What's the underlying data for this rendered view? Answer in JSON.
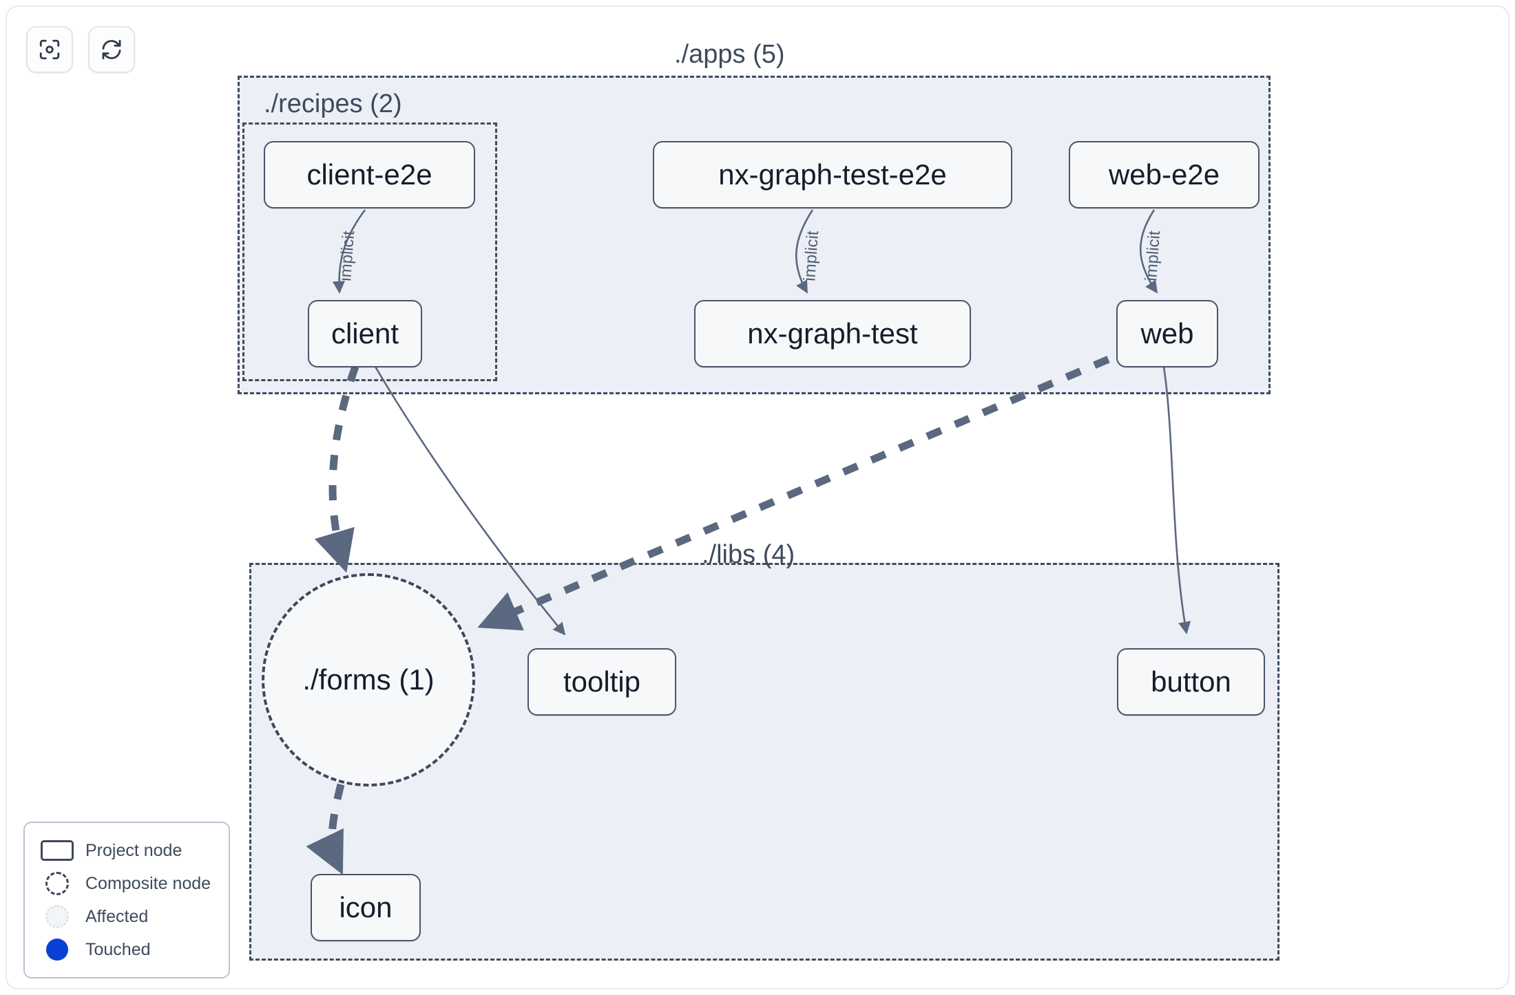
{
  "toolbar": {
    "buttons": [
      {
        "name": "focus-graph-button",
        "icon": "viewfinder-focus-icon",
        "label": ""
      },
      {
        "name": "refresh-graph-button",
        "icon": "refresh-icon",
        "label": ""
      }
    ]
  },
  "graph": {
    "groups": [
      {
        "id": "apps",
        "label": "./apps (5)",
        "count": 5
      },
      {
        "id": "recipes",
        "label": "./recipes (2)",
        "count": 2
      },
      {
        "id": "libs",
        "label": "./libs (4)",
        "count": 4
      }
    ],
    "nodes": [
      {
        "id": "client-e2e",
        "label": "client-e2e",
        "type": "project",
        "group": "recipes"
      },
      {
        "id": "client",
        "label": "client",
        "type": "project",
        "group": "recipes"
      },
      {
        "id": "nx-graph-test-e2e",
        "label": "nx-graph-test-e2e",
        "type": "project",
        "group": "apps"
      },
      {
        "id": "nx-graph-test",
        "label": "nx-graph-test",
        "type": "project",
        "group": "apps"
      },
      {
        "id": "web-e2e",
        "label": "web-e2e",
        "type": "project",
        "group": "apps"
      },
      {
        "id": "web",
        "label": "web",
        "type": "project",
        "group": "apps"
      },
      {
        "id": "forms",
        "label": "./forms (1)",
        "type": "composite",
        "group": "libs"
      },
      {
        "id": "tooltip",
        "label": "tooltip",
        "type": "project",
        "group": "libs"
      },
      {
        "id": "button",
        "label": "button",
        "type": "project",
        "group": "libs"
      },
      {
        "id": "icon",
        "label": "icon",
        "type": "project",
        "group": "libs"
      }
    ],
    "edges": [
      {
        "from": "client-e2e",
        "to": "client",
        "label": "implicit",
        "style": "solid"
      },
      {
        "from": "nx-graph-test-e2e",
        "to": "nx-graph-test",
        "label": "implicit",
        "style": "solid"
      },
      {
        "from": "web-e2e",
        "to": "web",
        "label": "implicit",
        "style": "solid"
      },
      {
        "from": "client",
        "to": "forms",
        "label": "",
        "style": "dashed"
      },
      {
        "from": "client",
        "to": "tooltip",
        "label": "",
        "style": "solid"
      },
      {
        "from": "web",
        "to": "forms",
        "label": "",
        "style": "dashed"
      },
      {
        "from": "web",
        "to": "button",
        "label": "",
        "style": "solid"
      },
      {
        "from": "forms",
        "to": "icon",
        "label": "",
        "style": "dashed"
      }
    ]
  },
  "legend": {
    "items": [
      {
        "swatch": "project-node-swatch",
        "label": "Project node"
      },
      {
        "swatch": "composite-node-swatch",
        "label": "Composite node"
      },
      {
        "swatch": "affected-swatch",
        "label": "Affected"
      },
      {
        "swatch": "touched-swatch",
        "label": "Touched"
      }
    ]
  },
  "colors": {
    "group_fill": "#eceff5",
    "group_border": "#3f4c5f",
    "node_fill": "#f7f8fa",
    "node_border": "#4a5568",
    "edge": "#5a6880",
    "touched": "#0b40d6",
    "text": "#151d2b"
  }
}
